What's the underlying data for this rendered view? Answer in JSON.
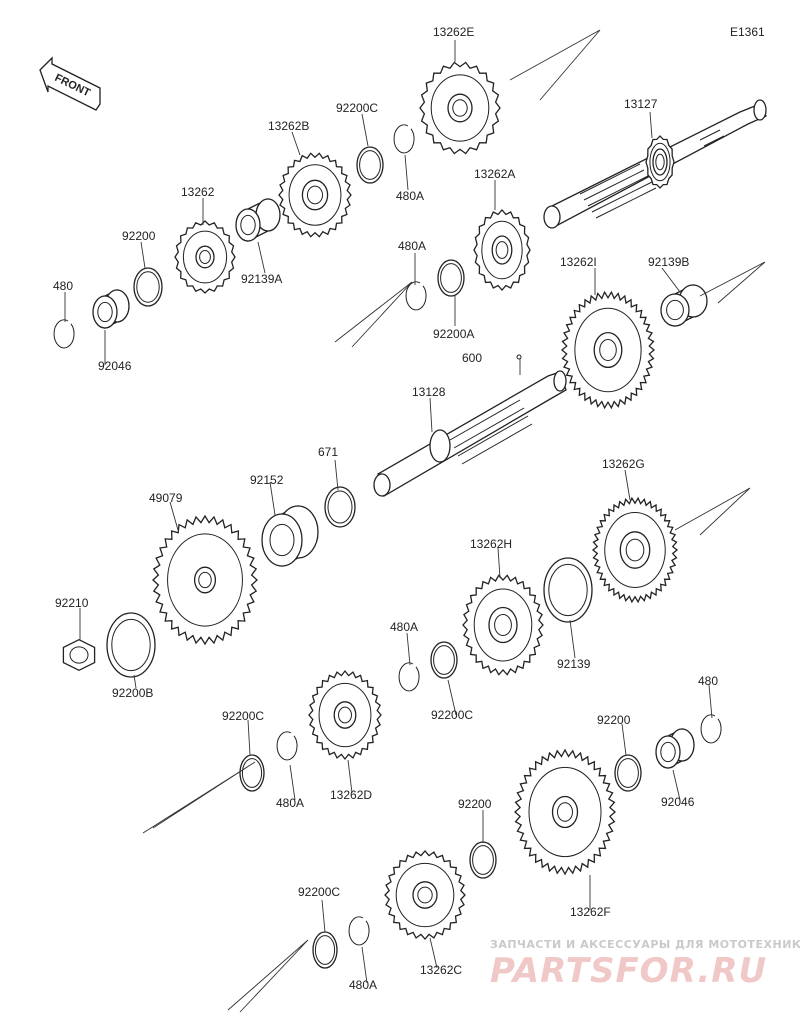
{
  "diagram_code": "E1361",
  "front_label": "FRONT",
  "watermark": {
    "caption": "ЗАПЧАСТИ И АКСЕССУАРЫ ДЛЯ МОТОТЕХНИКИ",
    "logo": "PARTSFOR.RU"
  },
  "parts": [
    {
      "id": "13262E"
    },
    {
      "id": "13127"
    },
    {
      "id": "92200C"
    },
    {
      "id": "480A"
    },
    {
      "id": "13262B"
    },
    {
      "id": "13262A"
    },
    {
      "id": "13262"
    },
    {
      "id": "92200"
    },
    {
      "id": "92139A"
    },
    {
      "id": "480A"
    },
    {
      "id": "92200A"
    },
    {
      "id": "480"
    },
    {
      "id": "92046"
    },
    {
      "id": "13262I"
    },
    {
      "id": "92139B"
    },
    {
      "id": "600"
    },
    {
      "id": "13128"
    },
    {
      "id": "671"
    },
    {
      "id": "92152"
    },
    {
      "id": "49079"
    },
    {
      "id": "13262G"
    },
    {
      "id": "13262H"
    },
    {
      "id": "92139"
    },
    {
      "id": "92210"
    },
    {
      "id": "92200B"
    },
    {
      "id": "480A"
    },
    {
      "id": "92200C"
    },
    {
      "id": "92200C"
    },
    {
      "id": "480A"
    },
    {
      "id": "13262D"
    },
    {
      "id": "480"
    },
    {
      "id": "92200"
    },
    {
      "id": "92046"
    },
    {
      "id": "92200"
    },
    {
      "id": "13262F"
    },
    {
      "id": "92200C"
    },
    {
      "id": "480A"
    },
    {
      "id": "13262C"
    }
  ]
}
